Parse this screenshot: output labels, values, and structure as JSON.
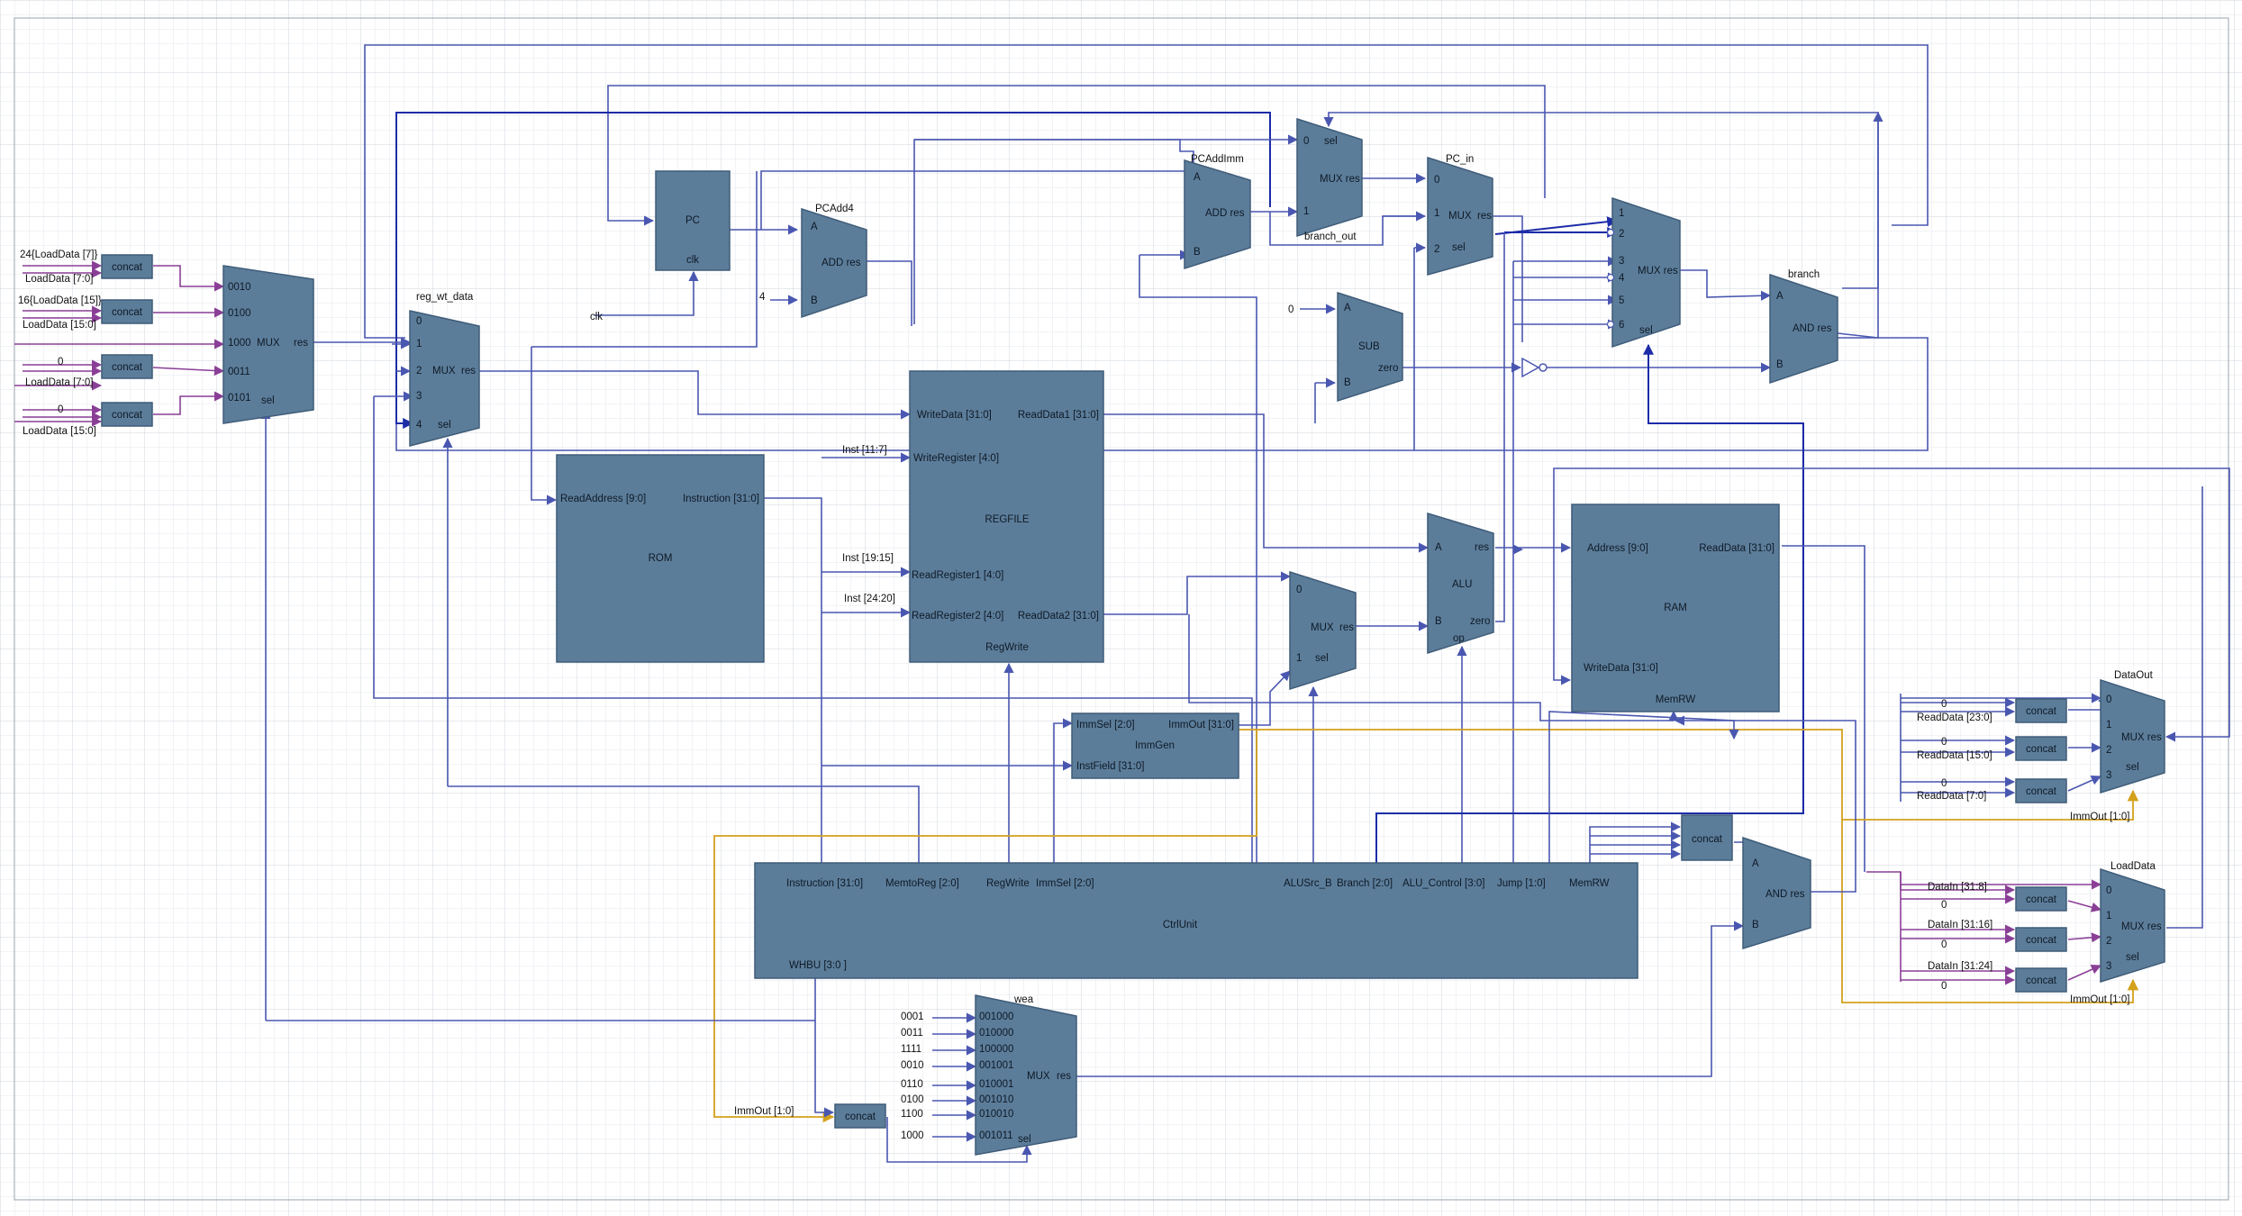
{
  "palette": {
    "block": "#5c7d9a",
    "wire": "#4a57b0",
    "wire_bus": "#1d2ca8",
    "wire_purple": "#8a3f96",
    "wire_orange": "#d4a11c",
    "grid": "#e4e7ec",
    "grid_major": "#cfd4dc"
  },
  "pc": {
    "title": "PC",
    "clk": "clk"
  },
  "clk_label": "clk",
  "pcadd4": {
    "name": "PCAdd4",
    "a": "A",
    "b": "B",
    "op": "ADD res",
    "const": "4"
  },
  "pcaddimm": {
    "name": "PCAddImm",
    "a": "A",
    "b": "B",
    "op": "ADD res"
  },
  "mux_branch": {
    "p0": "0",
    "p1": "1",
    "sel": "sel",
    "op": "MUX res",
    "out": "branch_out"
  },
  "pc_in": {
    "name": "PC_in",
    "p0": "0",
    "p1": "1",
    "p2": "2",
    "op": "MUX",
    "res": "res",
    "sel": "sel"
  },
  "sub": {
    "title": "SUB",
    "a": "A",
    "b": "B",
    "zero": "zero",
    "const": "0"
  },
  "mux_jump": {
    "ports": [
      "1",
      "2",
      "3",
      "4",
      "5",
      "6"
    ],
    "op": "MUX res",
    "sel": "sel"
  },
  "and_branch": {
    "name": "branch",
    "a": "A",
    "b": "B",
    "op": "AND res"
  },
  "load_mux": {
    "ports": [
      "0010",
      "0100",
      "1000",
      "0011",
      "0101"
    ],
    "op": "MUX",
    "res": "res",
    "sel": "sel"
  },
  "load_inputs": [
    "24{LoadData [7]}",
    "LoadData [7:0]",
    "16{LoadData [15]}",
    "LoadData [15:0]",
    "0",
    "LoadData [7:0]",
    "0",
    "LoadData [15:0]"
  ],
  "concat": "concat",
  "reg_wt": {
    "name": "reg_wt_data",
    "ports": [
      "0",
      "1",
      "2",
      "3",
      "4"
    ],
    "op": "MUX",
    "res": "res",
    "sel": "sel"
  },
  "rom": {
    "title": "ROM",
    "addr": "ReadAddress [9:0]",
    "inst": "Instruction [31:0]"
  },
  "regfile": {
    "title": "REGFILE",
    "wd": "WriteData [31:0]",
    "rd1": "ReadData1 [31:0]",
    "wr": "WriteRegister [4:0]",
    "rr1": "ReadRegister1 [4:0]",
    "rr2": "ReadRegister2 [4:0]",
    "rd2": "ReadData2 [31:0]",
    "rw": "RegWrite"
  },
  "inst_labels": [
    "Inst [11:7]",
    "Inst [19:15]",
    "Inst [24:20]"
  ],
  "mux_alu": {
    "p0": "0",
    "p1": "1",
    "op": "MUX",
    "res": "res",
    "sel": "sel"
  },
  "alu": {
    "title": "ALU",
    "a": "A",
    "b": "B",
    "res": "res",
    "zero": "zero",
    "op": "op"
  },
  "ram": {
    "title": "RAM",
    "addr": "Address [9:0]",
    "rd": "ReadData [31:0]",
    "wd": "WriteData [31:0]",
    "mrw": "MemRW"
  },
  "immgen": {
    "title": "ImmGen",
    "sel": "ImmSel [2:0]",
    "out": "ImmOut [31:0]",
    "field": "InstField [31:0]"
  },
  "ctrl": {
    "title": "CtrlUnit",
    "inst": "Instruction [31:0]",
    "m2r": "MemtoReg [2:0]",
    "rw": "RegWrite",
    "imm": "ImmSel [2:0]",
    "alusrc": "ALUSrc_B",
    "br": "Branch [2:0]",
    "aluc": "ALU_Control [3:0]",
    "jump": "Jump [1:0]",
    "mrw": "MemRW",
    "whbu": "WHBU [3:0 ]"
  },
  "and_mem": {
    "a": "A",
    "b": "B",
    "op": "AND res"
  },
  "wea": {
    "name": "wea",
    "inputs": [
      "0001",
      "0011",
      "1111",
      "0010",
      "0110",
      "0100",
      "1100",
      "1000"
    ],
    "ports": [
      "001000",
      "010000",
      "100000",
      "001001",
      "010001",
      "001010",
      "010010",
      "001011"
    ],
    "op": "MUX",
    "res": "res",
    "sel": "sel"
  },
  "immout": "ImmOut [1:0]",
  "dataout": {
    "name": "DataOut",
    "inputs": [
      "0",
      "ReadData [23:0]",
      "0",
      "ReadData [15:0]",
      "0",
      "ReadData [7:0]"
    ],
    "ports": [
      "0",
      "1",
      "2",
      "3"
    ],
    "op": "MUX res",
    "sel": "sel",
    "immout": "ImmOut [1:0]"
  },
  "loaddata": {
    "name": "LoadData",
    "inputs": [
      "DataIn [31:8]",
      "0",
      "DataIn [31:16]",
      "0",
      "DataIn [31:24]",
      "0"
    ],
    "ports": [
      "0",
      "1",
      "2",
      "3"
    ],
    "op": "MUX res",
    "sel": "sel",
    "immout": "ImmOut [1:0]"
  }
}
